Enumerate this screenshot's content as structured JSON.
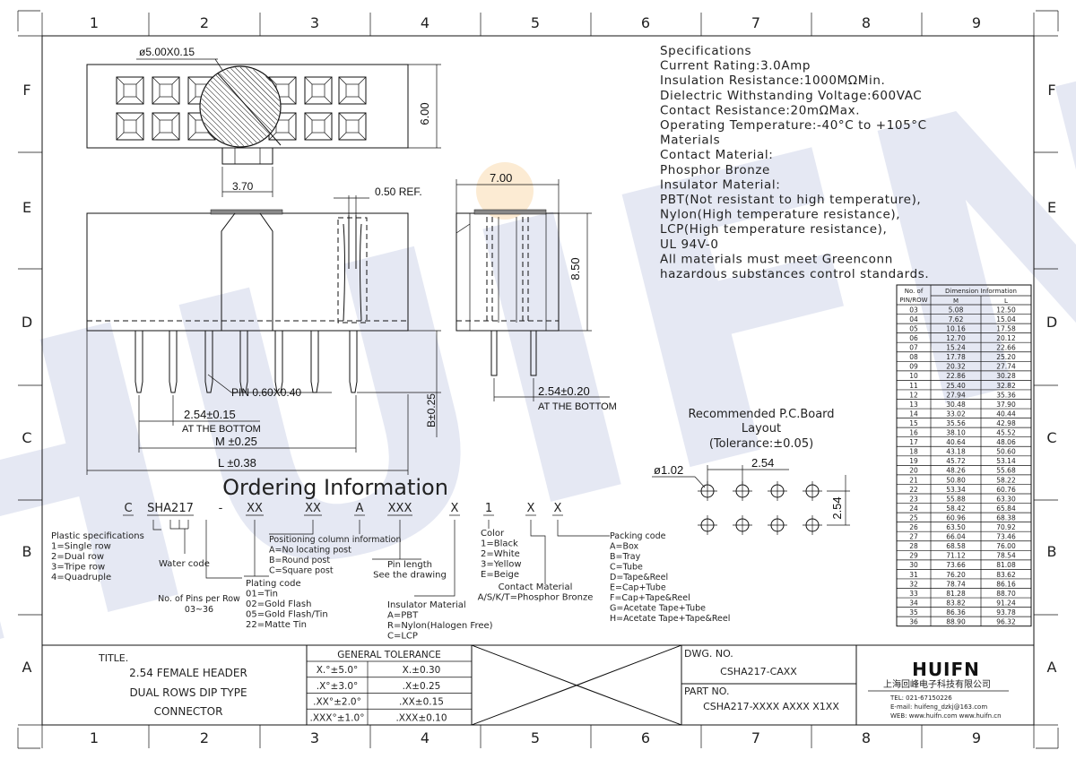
{
  "border": {
    "columns": [
      "1",
      "2",
      "3",
      "4",
      "5",
      "6",
      "7",
      "8",
      "9"
    ],
    "rows": [
      "F",
      "E",
      "D",
      "C",
      "B",
      "A"
    ]
  },
  "watermark": {
    "text": "HUIFN"
  },
  "dims": {
    "hole": "ø5.00X0.15",
    "h600": "6.00",
    "w370": "3.70",
    "ref050": "0.50 REF.",
    "w700": "7.00",
    "h850": "8.50",
    "pin": "PIN 0.60X0.40",
    "pitch": "2.54±0.15",
    "pitch_note": "AT THE BOTTOM",
    "m": "M ±0.25",
    "l": "L ±0.38",
    "b": "B±0.25",
    "pitch2": "2.54±0.20",
    "pitch2_note": "AT THE BOTTOM"
  },
  "specifications": {
    "lines": [
      "Specifications",
      "Current Rating:3.0Amp",
      "Insulation Resistance:1000MΩMin.",
      "Dielectric Withstanding Voltage:600VAC",
      "Contact Resistance:20mΩMax.",
      "Operating Temperature:-40°C to +105°C",
      "Materials",
      "Contact Material:",
      "Phosphor Bronze",
      "Insulator Material:",
      "PBT(Not resistant to high temperature),",
      "Nylon(High temperature resistance),",
      "LCP(High temperature resistance),",
      "UL 94V-0",
      "All materials must meet Greenconn",
      "hazardous substances control standards."
    ]
  },
  "dimension_table": {
    "h1": "No. of",
    "h1b": "PIN/ROW",
    "h2": "Dimension Information",
    "col_m": "M",
    "col_l": "L",
    "rows": [
      [
        "03",
        "5.08",
        "12.50"
      ],
      [
        "04",
        "7.62",
        "15.04"
      ],
      [
        "05",
        "10.16",
        "17.58"
      ],
      [
        "06",
        "12.70",
        "20.12"
      ],
      [
        "07",
        "15.24",
        "22.66"
      ],
      [
        "08",
        "17.78",
        "25.20"
      ],
      [
        "09",
        "20.32",
        "27.74"
      ],
      [
        "10",
        "22.86",
        "30.28"
      ],
      [
        "11",
        "25.40",
        "32.82"
      ],
      [
        "12",
        "27.94",
        "35.36"
      ],
      [
        "13",
        "30.48",
        "37.90"
      ],
      [
        "14",
        "33.02",
        "40.44"
      ],
      [
        "15",
        "35.56",
        "42.98"
      ],
      [
        "16",
        "38.10",
        "45.52"
      ],
      [
        "17",
        "40.64",
        "48.06"
      ],
      [
        "18",
        "43.18",
        "50.60"
      ],
      [
        "19",
        "45.72",
        "53.14"
      ],
      [
        "20",
        "48.26",
        "55.68"
      ],
      [
        "21",
        "50.80",
        "58.22"
      ],
      [
        "22",
        "53.34",
        "60.76"
      ],
      [
        "23",
        "55.88",
        "63.30"
      ],
      [
        "24",
        "58.42",
        "65.84"
      ],
      [
        "25",
        "60.96",
        "68.38"
      ],
      [
        "26",
        "63.50",
        "70.92"
      ],
      [
        "27",
        "66.04",
        "73.46"
      ],
      [
        "28",
        "68.58",
        "76.00"
      ],
      [
        "29",
        "71.12",
        "78.54"
      ],
      [
        "30",
        "73.66",
        "81.08"
      ],
      [
        "31",
        "76.20",
        "83.62"
      ],
      [
        "32",
        "78.74",
        "86.16"
      ],
      [
        "33",
        "81.28",
        "88.70"
      ],
      [
        "34",
        "83.82",
        "91.24"
      ],
      [
        "35",
        "86.36",
        "93.78"
      ],
      [
        "36",
        "88.90",
        "96.32"
      ]
    ]
  },
  "pcb": {
    "title1": "Recommended P.C.Board",
    "title2": "Layout",
    "title3": "(Tolerance:±0.05)",
    "dia": "ø1.02",
    "pitch_x": "2.54",
    "pitch_y": "2.54"
  },
  "ordering": {
    "title": "Ordering Information",
    "code": [
      "C",
      "SHA217",
      "-",
      "XX",
      "XX",
      "A",
      "XXX",
      "X",
      "1",
      "X",
      "X"
    ],
    "plastic": [
      "Plastic specifications",
      "1=Single row",
      "2=Dual row",
      "3=Tripe row",
      "4=Quadruple"
    ],
    "water": "Water code",
    "pins": [
      "No. of Pins per Row",
      "03~36"
    ],
    "plating": [
      "Plating code",
      "01=Tin",
      "02=Gold Flash",
      "05=Gold Flash/Tin",
      "22=Matte Tin"
    ],
    "positioning": [
      "Positioning column information",
      "A=No locating post",
      "B=Round post",
      "C=Square post"
    ],
    "pinlen": [
      "Pin length",
      "See the drawing"
    ],
    "insulator": [
      "Insulator Material",
      "A=PBT",
      "R=Nylon(Halogen Free)",
      "C=LCP"
    ],
    "color": [
      "Color",
      "1=Black",
      "2=White",
      "3=Yellow",
      "E=Beige"
    ],
    "contact": [
      "Contact Material",
      "A/S/K/T=Phosphor Bronze"
    ],
    "packing": [
      "Packing code",
      "A=Box",
      "B=Tray",
      "C=Tube",
      "D=Tape&Reel",
      "E=Cap+Tube",
      "F=Cap+Tape&Reel",
      "G=Acetate Tape+Tube",
      "H=Acetate Tape+Tape&Reel"
    ]
  },
  "title_block": {
    "title_label": "TITLE.",
    "title_lines": [
      "2.54 FEMALE HEADER",
      "DUAL ROWS DIP TYPE",
      "CONNECTOR"
    ],
    "tolerance_head": "GENERAL TOLERANCE",
    "tolerance": [
      [
        "X.°±5.0°",
        "X.±0.30"
      ],
      [
        ".X°±3.0°",
        ".X±0.25"
      ],
      [
        ".XX°±2.0°",
        ".XX±0.15"
      ],
      [
        ".XXX°±1.0°",
        ".XXX±0.10"
      ]
    ],
    "dwg_label": "DWG. NO.",
    "dwg_value": "CSHA217-CAXX",
    "part_label": "PART NO.",
    "part_value": "CSHA217-XXXX AXXX X1XX",
    "company_logo": "HUIFN",
    "company_name": "上海回峰电子科技有限公司",
    "tel": "TEL: 021-67150226",
    "email": "E-mail: huifeng_dzkj@163.com",
    "web": "WEB: www.huifn.com   www.huifn.cn"
  }
}
